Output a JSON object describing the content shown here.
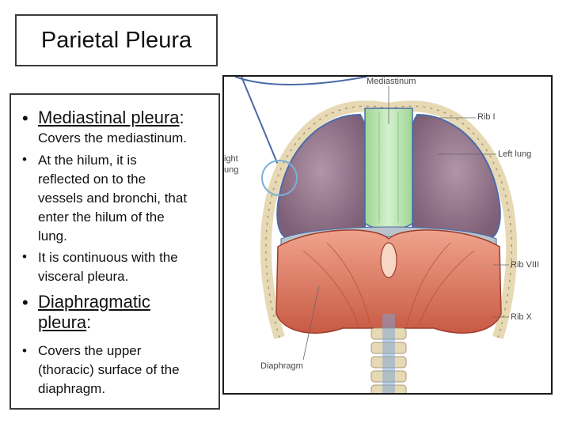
{
  "slide": {
    "title": "Parietal Pleura",
    "sections": {
      "mediastinal": {
        "heading": "Mediastinal pleura",
        "colon": ":",
        "line1": "Covers the mediastinum.",
        "point2_lines": [
          " At the hilum, it is",
          "reflected on to the",
          "vessels and bronchi, that",
          "enter the hilum of the",
          "lung."
        ],
        "point3_lines": [
          "It is continuous with the",
          "visceral pleura."
        ]
      },
      "diaphragmatic": {
        "heading_line1": "Diaphragmatic",
        "heading_line2": "pleura",
        "colon": ":",
        "point_lines": [
          "Covers the upper",
          "(thoracic) surface of the",
          "diaphragm."
        ]
      }
    },
    "bullet_glyph": "•"
  },
  "figure": {
    "labels": {
      "mediastinum": "Mediastinum",
      "rib1": "Rib I",
      "left_lung": "Left lung",
      "right": "ight",
      "lung": "ung",
      "rib8": "Rib VIII",
      "rib10": "Rib X",
      "diaphragm": "Diaphragm"
    },
    "colors": {
      "lung": "#9c7d92",
      "mediastinum": "#bfe6b8",
      "diaphragm": "#e0836a",
      "rib": "#e7d9b4",
      "pleura_line": "#4b6aa8"
    }
  }
}
